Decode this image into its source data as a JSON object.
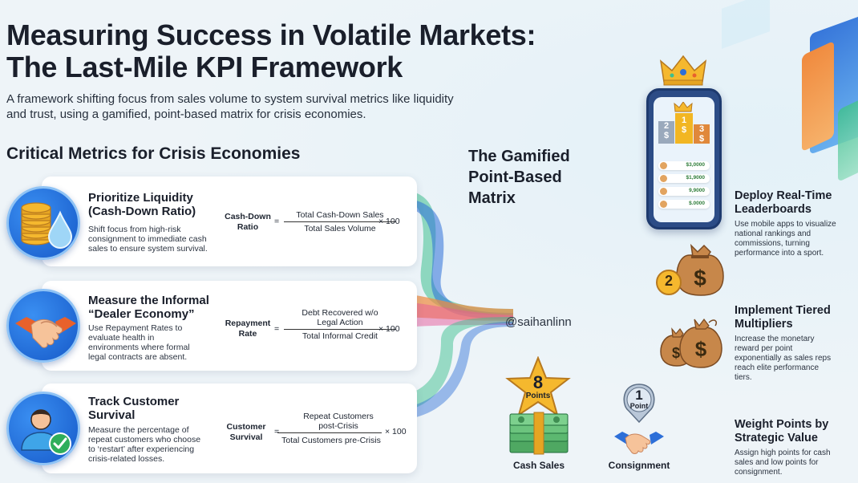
{
  "title_line1": "Measuring Success in Volatile Markets:",
  "title_line2": "The Last-Mile KPI Framework",
  "subtitle": "A framework shifting focus from sales volume to system survival metrics like liquidity and trust, using a gamified, point-based matrix for crisis economies.",
  "left_section_title": "Critical Metrics for Crisis Economies",
  "matrix_title_lines": [
    "The Gamified",
    "Point-Based",
    "Matrix"
  ],
  "handle": "@saihanlinn",
  "metrics": [
    {
      "icon": "coins-droplet-icon",
      "title_lines": [
        "Prioritize Liquidity",
        "(Cash-Down Ratio)"
      ],
      "desc_lines": [
        "Shift focus from high-risk",
        "consignment to immediate cash",
        "sales to ensure system survival."
      ],
      "lhs_lines": [
        "Cash-Down",
        "Ratio"
      ],
      "num_lines": [
        "Total Cash-Down Sales"
      ],
      "den": "Total Sales Volume",
      "eq": "=",
      "mul": "× 100"
    },
    {
      "icon": "handshake-icon",
      "title_lines": [
        "Measure the Informal",
        "“Dealer Economy”"
      ],
      "desc_lines": [
        "Use Repayment Rates to",
        "evaluate health in",
        "environments where formal",
        "legal contracts are absent."
      ],
      "lhs_lines": [
        "Repayment",
        "Rate"
      ],
      "num_lines": [
        "Debt Recovered w/o",
        "Legal Action"
      ],
      "den": "Total Informal Credit",
      "eq": "=",
      "mul": "× 100"
    },
    {
      "icon": "customer-check-icon",
      "title_lines": [
        "Track Customer",
        "Survival"
      ],
      "desc_lines": [
        "Measure the percentage of",
        "repeat customers who choose",
        "to ‘restart’ after experiencing",
        "crisis-related losses."
      ],
      "lhs_lines": [
        "Customer",
        "Survival"
      ],
      "num_lines": [
        "Repeat Customers",
        "post-Crisis"
      ],
      "den": "Total Customers pre-Crisis",
      "eq": "=",
      "mul": "× 100"
    }
  ],
  "leaderboard": {
    "podium": [
      "2",
      "1",
      "3"
    ],
    "podium_currency": [
      "$",
      "$",
      "$"
    ],
    "rows": [
      "$3,0000",
      "$1,9000",
      "9,9000",
      "$.0000"
    ]
  },
  "right_items": [
    {
      "title_lines": [
        "Deploy Real-Time",
        "Leaderboards"
      ],
      "desc_lines": [
        "Use mobile apps to visualize",
        "national rankings and",
        "commissions, turning",
        "performance into a sport."
      ]
    },
    {
      "title_lines": [
        "Implement Tiered",
        "Multipliers"
      ],
      "desc_lines": [
        "Increase the monetary",
        "reward per point",
        "exponentially as sales reps",
        "reach elite performance",
        "tiers."
      ]
    },
    {
      "title_lines": [
        "Weight Points by",
        "Strategic Value"
      ],
      "desc_lines": [
        "Assign high points for cash",
        "sales and low points for",
        "consignment."
      ]
    }
  ],
  "multiplier_badge": "2",
  "points": [
    {
      "value": "8",
      "unit": "Points",
      "caption": "Cash Sales"
    },
    {
      "value": "1",
      "unit": "Point",
      "caption": "Consignment"
    }
  ],
  "colors": {
    "icon_blue": "#1f6fe0",
    "orange": "#f08a3e",
    "green": "#3fbf8f",
    "gold": "#f5b82e"
  }
}
